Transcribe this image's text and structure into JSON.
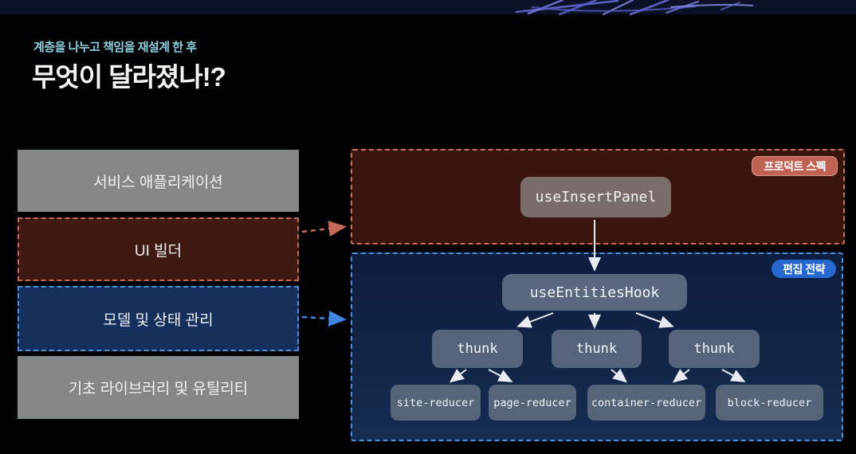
{
  "header": {
    "subtitle": "계층을 나누고 책임을 재설계 한 후",
    "title": "무엇이 달라졌나!?"
  },
  "layer_stack": {
    "items": [
      {
        "label": "서비스 애플리케이션"
      },
      {
        "label": "UI 빌더"
      },
      {
        "label": "모델 및 상태 관리"
      },
      {
        "label": "기초 라이브러리 및 유틸리티"
      }
    ]
  },
  "product_spec_panel": {
    "badge": "프로덕트 스펙",
    "node": "useInsertPanel"
  },
  "edit_strategy_panel": {
    "badge": "편집 전략",
    "hook": "useEntitiesHook",
    "thunks": [
      "thunk",
      "thunk",
      "thunk"
    ],
    "reducers": [
      "site-reducer",
      "page-reducer",
      "container-reducer",
      "block-reducer"
    ]
  },
  "colors": {
    "background": "#020205",
    "top_strip": "#0b1126",
    "subtitle_teal": "#8ccfdb",
    "title_white": "#f4f4f6",
    "layer_gray": "#84878a",
    "ui_builder_bg": "#3f1a13",
    "ui_builder_border": "#c4685a",
    "model_state_bg": "#16305d",
    "model_state_border": "#4b8fd8",
    "panel_red_bg": "#3a150e",
    "panel_red_border": "#c9705f",
    "panel_blue_bg": "#0d1d40",
    "panel_blue_border": "#4b8fd8",
    "badge_red": "#c06253",
    "badge_blue": "#2667d0",
    "node_warm_gray": "#7a6c69",
    "node_slate": "#59687e",
    "arrow_white": "#e8ecf2"
  }
}
